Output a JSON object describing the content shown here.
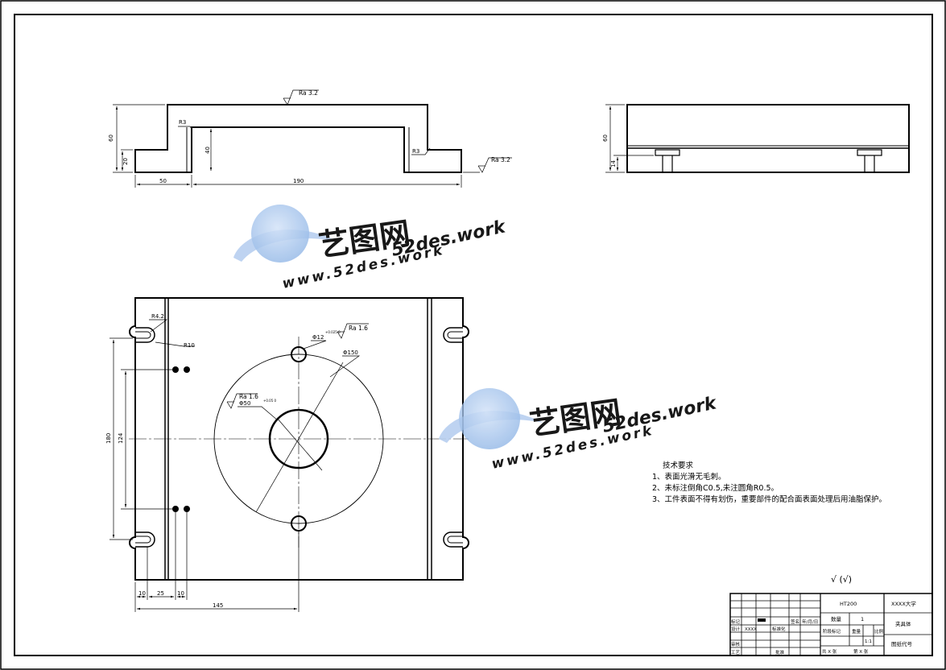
{
  "roughness": {
    "top_surface": "Ra 3.2",
    "right_surface": "Ra 3.2",
    "small_hole": "Ra 1.6",
    "center_hole": "Ra 1.6"
  },
  "dims_front": {
    "d60": "60",
    "d20": "20",
    "d40": "40",
    "d50": "50",
    "d190": "190",
    "r3_left": "R3",
    "r3_right": "R3"
  },
  "dims_side": {
    "d60": "60",
    "d14": "14"
  },
  "dims_top": {
    "r42": "R4.2",
    "r10": "R10",
    "d12": "Φ12",
    "d12_tol": "+0.025 0",
    "d150": "Φ150",
    "d50": "Φ50",
    "d50_tol": "+0.05 0",
    "d180": "180",
    "d124": "124",
    "d10a": "10",
    "d25": "25",
    "d10b": "10",
    "d145": "145"
  },
  "watermark": {
    "brand": "艺图网",
    "domain": "52des.work",
    "url": "www.52des.work"
  },
  "tech_req": {
    "title": "技术要求",
    "items": [
      "1、表面光滑无毛刺。",
      "2、未标注倒角C0.5,未注圆角R0.5。",
      "3、工件表面不得有划伤，重要部件的配合面表面处理后用油脂保护。"
    ]
  },
  "stamp": "√ (√)",
  "title_block": {
    "material": "HT200",
    "school": "XXXX大学",
    "qty_label": "数量",
    "qty": "1",
    "part_name": "夹具体",
    "stage_label": "阶段标记",
    "weight_label": "重量",
    "scale_label": "比例",
    "scale": "1:1",
    "drawing_no": "图纸代号",
    "sheets": "共 X 张",
    "sheet": "第 X 张",
    "row_labels": [
      "标记",
      "设计",
      "审核",
      "工艺"
    ],
    "designer": "XXXX",
    "std_label": "标准化",
    "sign_label": "签名",
    "date_label": "年/月/日",
    "approve_label": "批准"
  },
  "colors": {
    "line": "#000000",
    "watermark_blue": "#8fb5e6",
    "watermark_dark": "#6f95d0"
  }
}
